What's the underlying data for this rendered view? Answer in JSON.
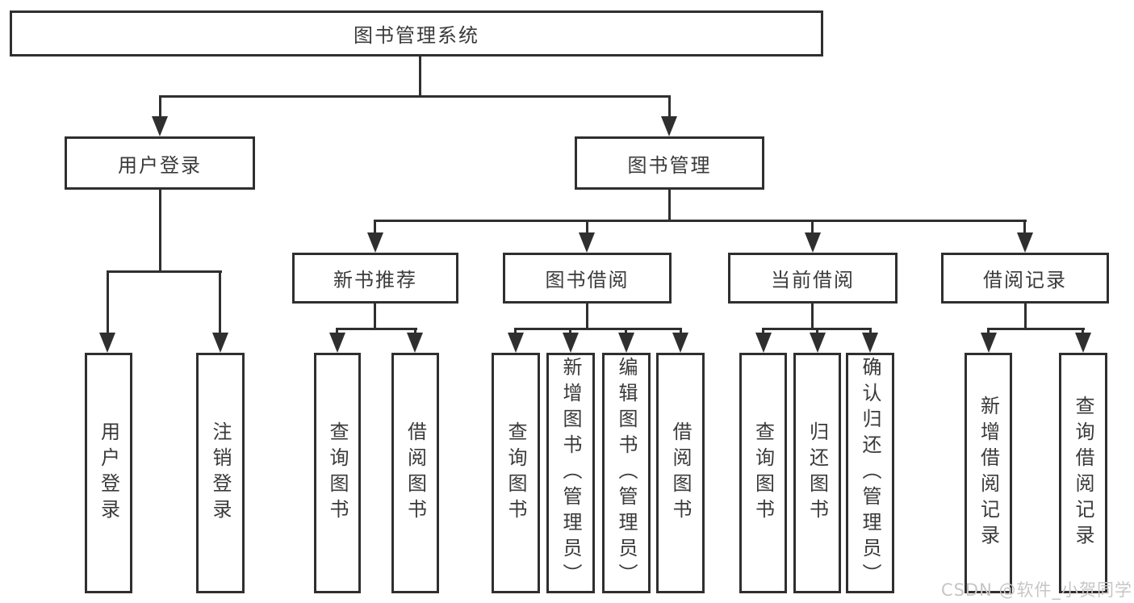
{
  "diagram_type": "hierarchy-tree",
  "colors": {
    "line": "#2f2f2f",
    "text": "#3a3a3a",
    "background": "#ffffff",
    "watermark": "#c6c6c6"
  },
  "watermark": "CSDN @软件_小贺同学",
  "tree": {
    "root": {
      "label": "图书管理系统",
      "children": [
        {
          "label": "用户登录",
          "children": [
            {
              "label": "用户登录"
            },
            {
              "label": "注销登录"
            }
          ]
        },
        {
          "label": "图书管理",
          "children": [
            {
              "label": "新书推荐",
              "children": [
                {
                  "label": "查询图书"
                },
                {
                  "label": "借阅图书"
                }
              ]
            },
            {
              "label": "图书借阅",
              "children": [
                {
                  "label": "查询图书"
                },
                {
                  "label": "新增图书（管理员）"
                },
                {
                  "label": "编辑图书（管理员）"
                },
                {
                  "label": "借阅图书"
                }
              ]
            },
            {
              "label": "当前借阅",
              "children": [
                {
                  "label": "查询图书"
                },
                {
                  "label": "归还图书"
                },
                {
                  "label": "确认归还（管理员）"
                }
              ]
            },
            {
              "label": "借阅记录",
              "children": [
                {
                  "label": "新增借阅记录"
                },
                {
                  "label": "查询借阅记录"
                }
              ]
            }
          ]
        }
      ]
    }
  }
}
